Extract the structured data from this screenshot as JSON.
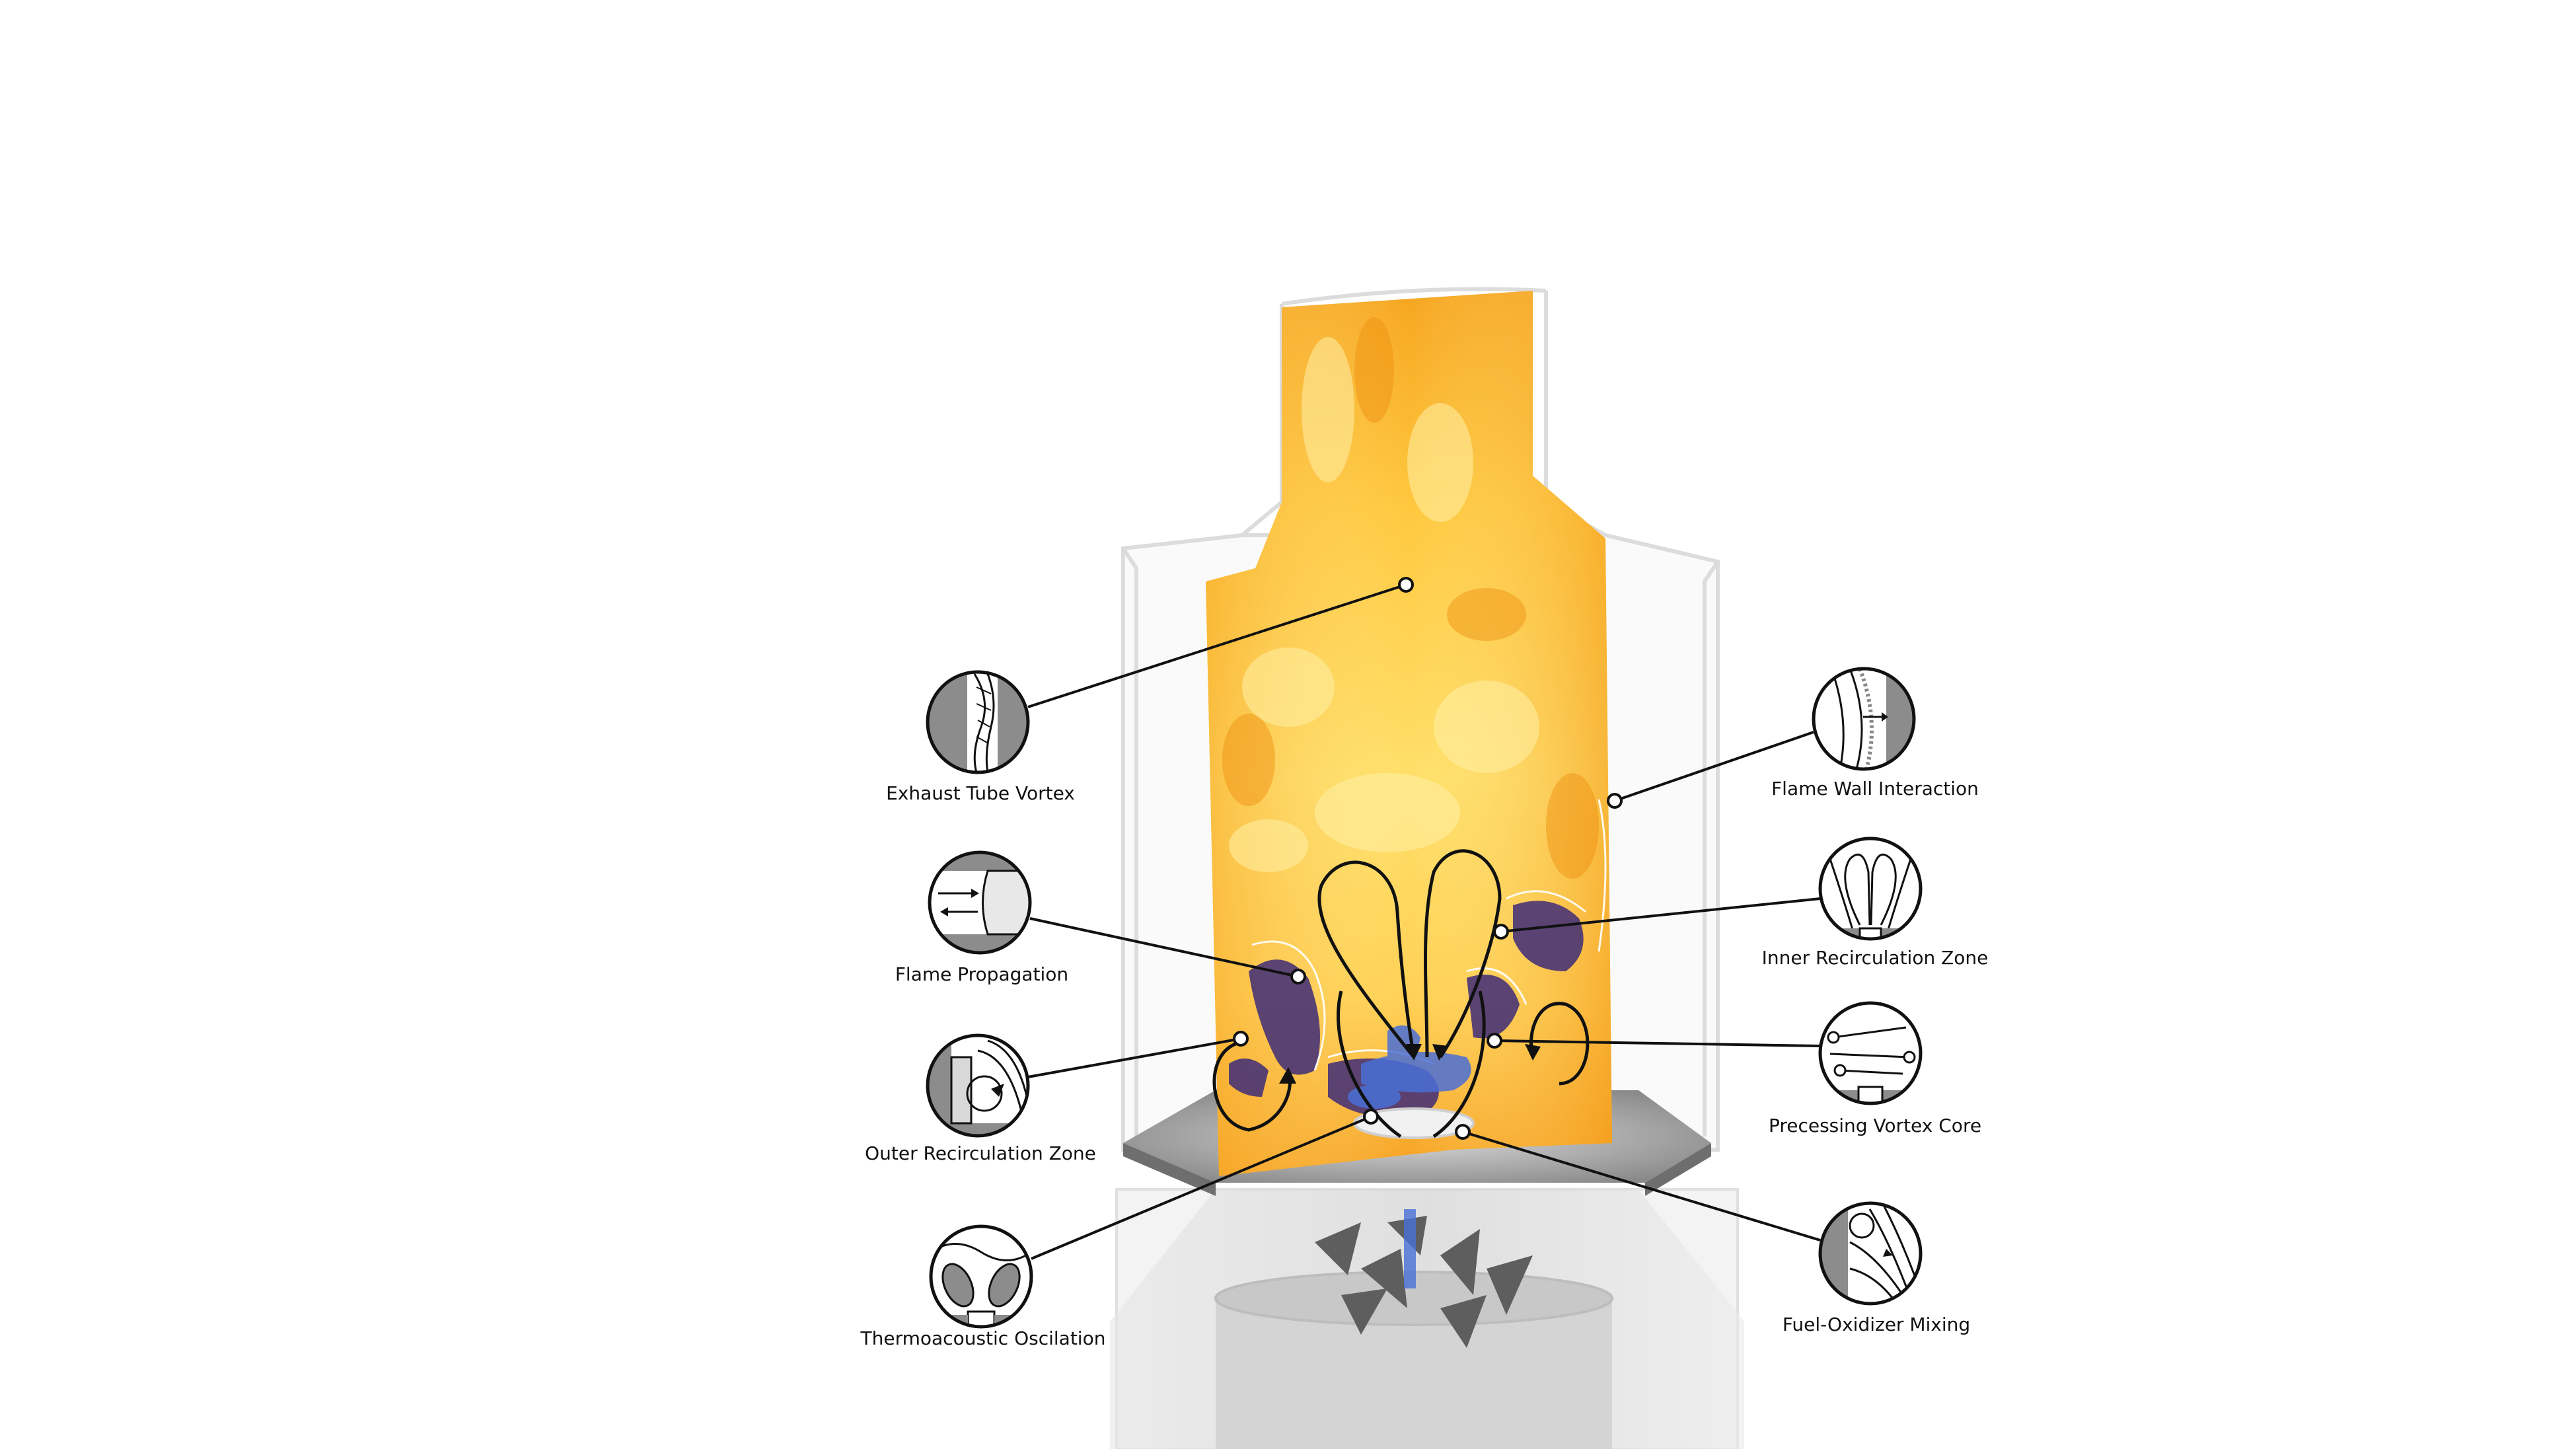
{
  "diagram": {
    "subject": "swirl-stabilized combustor",
    "colors": {
      "flame_light": "#ffe680",
      "flame_mid": "#ffc238",
      "flame_dark": "#f59a14",
      "soot_purple": "#3e2c78",
      "vortex_blue": "#4a6fd6",
      "glass": "#eeeeee",
      "base_plate": "#8a8a8a",
      "leader": "#111111",
      "icon_gray": "#8c8c8c"
    },
    "callouts": [
      {
        "id": "exhaust-tube-vortex",
        "label": "Exhaust Tube Vortex",
        "icon": "exhaust-tube-vortex-icon"
      },
      {
        "id": "flame-propagation",
        "label": "Flame Propagation",
        "icon": "flame-propagation-icon"
      },
      {
        "id": "outer-recirculation-zone",
        "label": "Outer Recirculation Zone",
        "icon": "outer-recirculation-icon"
      },
      {
        "id": "thermoacoustic-oscilation",
        "label": "Thermoacoustic Oscilation",
        "icon": "thermoacoustic-icon"
      },
      {
        "id": "flame-wall-interaction",
        "label": "Flame Wall Interaction",
        "icon": "flame-wall-icon"
      },
      {
        "id": "inner-recirculation-zone",
        "label": "Inner Recirculation Zone",
        "icon": "inner-recirculation-icon"
      },
      {
        "id": "processing-vortex-core",
        "label": "Precessing Vortex Core",
        "icon": "precessing-vortex-icon"
      },
      {
        "id": "fuel-oxidizer-mixing",
        "label": "Fuel-Oxidizer Mixing",
        "icon": "fuel-oxidizer-icon"
      }
    ]
  }
}
